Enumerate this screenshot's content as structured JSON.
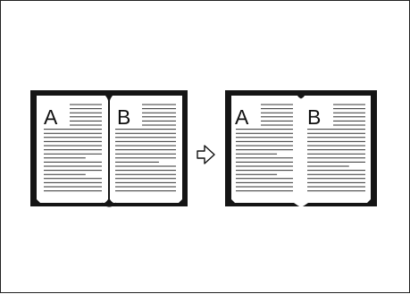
{
  "diagram": {
    "before_book": {
      "left_page_letter": "A",
      "right_page_letter": "B"
    },
    "after_book": {
      "left_page_letter": "A",
      "right_page_letter": "B"
    },
    "arrow_icon": "hollow-right-arrow-icon"
  }
}
